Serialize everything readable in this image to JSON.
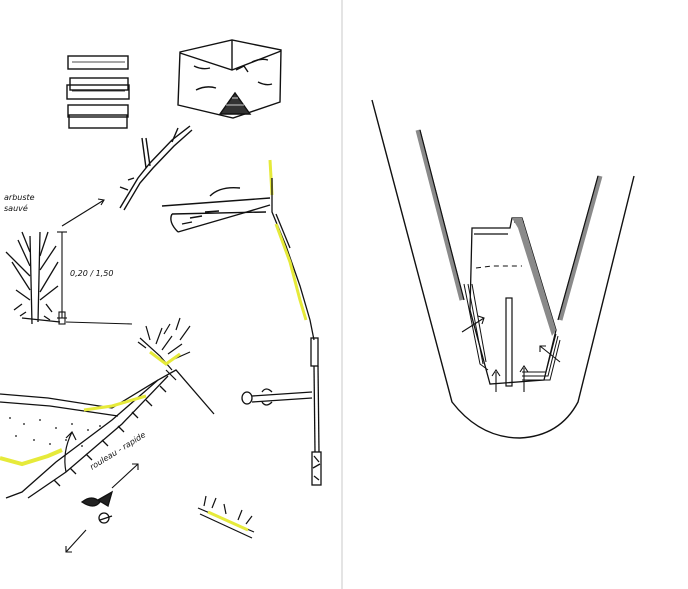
{
  "sketch": {
    "annotations": {
      "tree_label_line1": "arbuste",
      "tree_label_line2": "sauvé",
      "height_dimension": "0,20 / 1,50",
      "path_label": "rouleau - rapide"
    },
    "colors": {
      "ink": "#111111",
      "grey_pencil": "#8a8a8a",
      "highlighter": "#e6ea3a",
      "paper": "#ffffff"
    }
  }
}
